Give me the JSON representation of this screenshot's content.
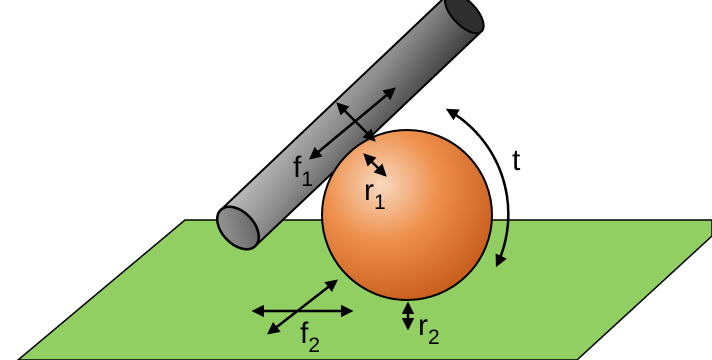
{
  "labels": {
    "f1": {
      "main": "f",
      "sub": "1"
    },
    "r1": {
      "main": "r",
      "sub": "1"
    },
    "t": {
      "main": "t"
    },
    "f2": {
      "main": "f",
      "sub": "2"
    },
    "r2": {
      "main": "r",
      "sub": "2"
    }
  },
  "colors": {
    "ground_fill": "#92cf63",
    "ground_stroke": "#000000",
    "ball_light": "#f8d9bf",
    "ball_mid": "#ee8f4b",
    "ball_dark": "#c65a1a",
    "rod_light": "#b9b9b9",
    "rod_dark": "#3f3f3f",
    "arrow": "#000000"
  }
}
